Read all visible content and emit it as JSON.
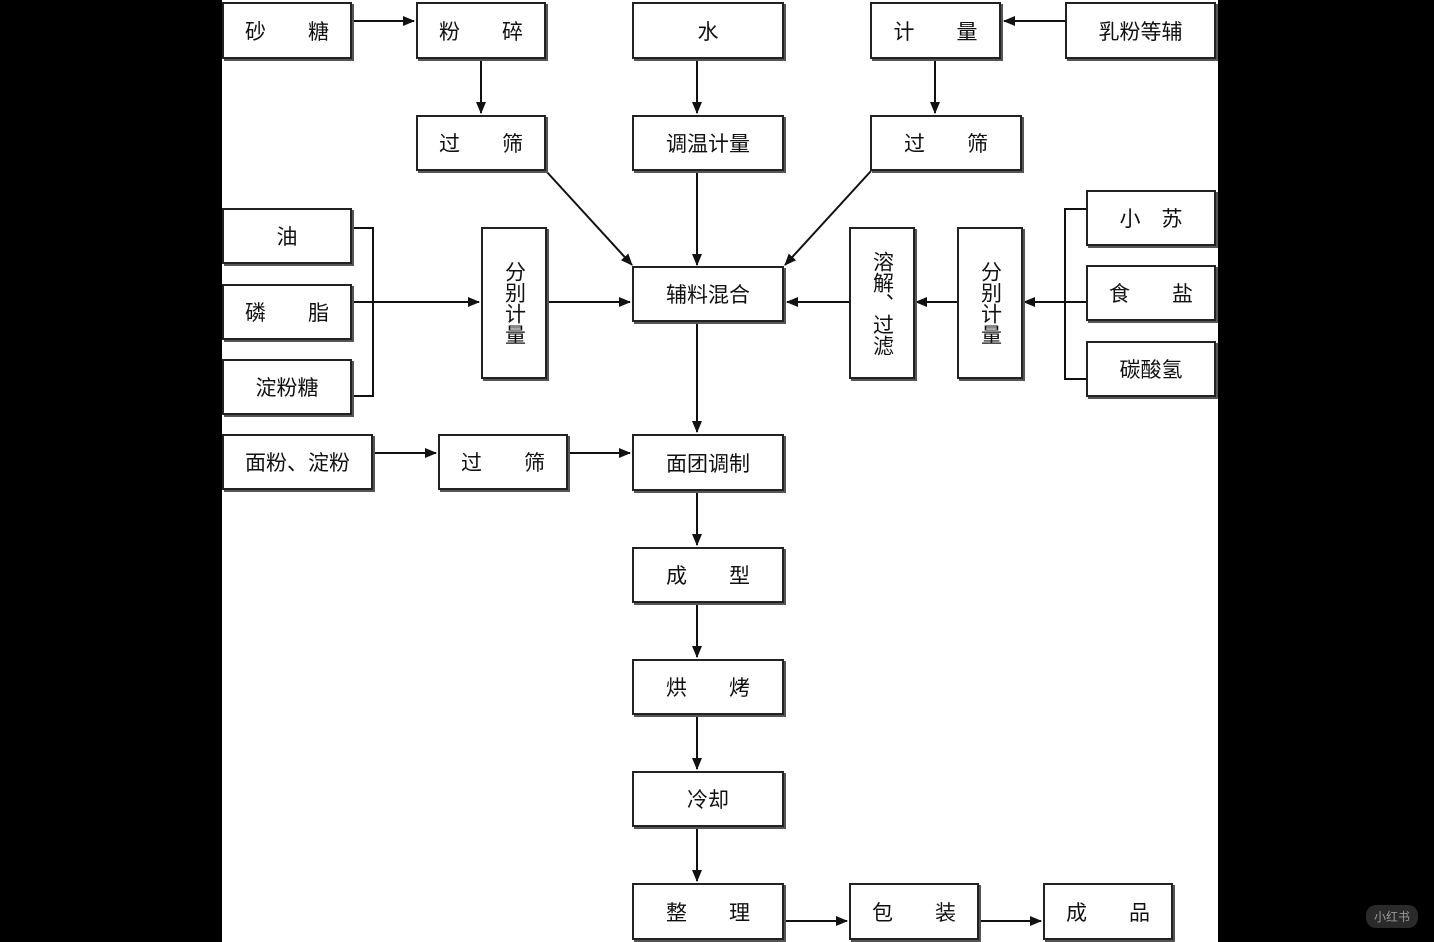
{
  "nodes": {
    "sugar": "砂　　糖",
    "crush": "粉　　碎",
    "water": "水",
    "measure_top": "计　　量",
    "milk_powder": "乳粉等辅",
    "sieve_left": "过　　筛",
    "temp_measure": "调温计量",
    "sieve_right": "过　　筛",
    "oil": "油",
    "lecithin": "磷　　脂",
    "starch_syrup": "淀粉糖",
    "separate_measure_left": "分别计量",
    "aux_mix": "辅料混合",
    "dissolve_filter": "溶解、过滤",
    "separate_measure_right": "分别计量",
    "soda": "小　苏",
    "salt": "食　　盐",
    "bicarbonate": "碳酸氢",
    "flour_starch": "面粉、淀粉",
    "sieve_flour": "过　　筛",
    "dough": "面团调制",
    "forming": "成　　型",
    "baking": "烘　　烤",
    "cooling": "冷却",
    "sorting": "整　　理",
    "packaging": "包　　装",
    "product": "成　　品"
  },
  "watermark": "小红书"
}
